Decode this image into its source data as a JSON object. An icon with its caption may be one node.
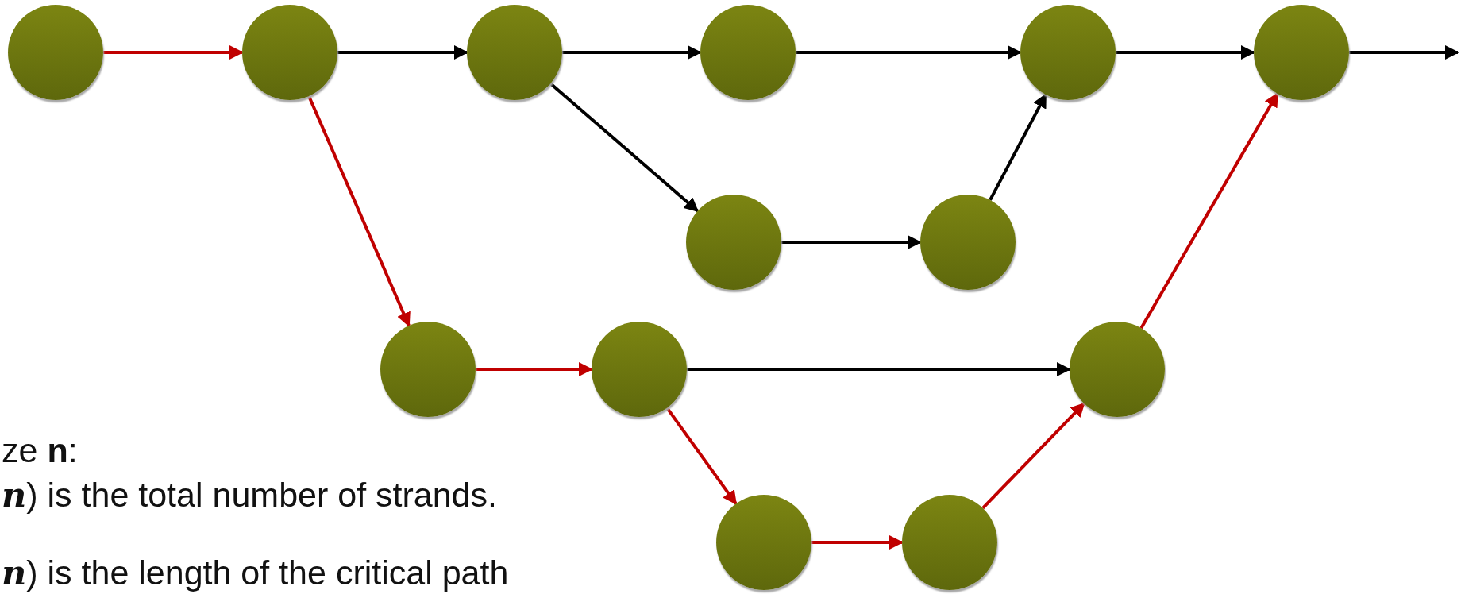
{
  "diagram": {
    "nodes": [
      {
        "text": [],
        "shape": "circle"
      },
      {
        "text": [],
        "shape": "circle"
      },
      {
        "text": [],
        "shape": "circle"
      },
      {
        "text": [],
        "shape": "circle"
      },
      {
        "text": [],
        "shape": "circle"
      },
      {
        "text": [],
        "shape": "circle"
      },
      {
        "text": [],
        "shape": "circle"
      },
      {
        "text": [],
        "shape": "circle"
      },
      {
        "text": [],
        "shape": "circle"
      },
      {
        "text": [],
        "shape": "circle"
      },
      {
        "text": [],
        "shape": "circle"
      },
      {
        "text": [],
        "shape": "circle"
      },
      {
        "text": [],
        "shape": "circle"
      }
    ],
    "edges": [
      {
        "from": 0,
        "to": 1,
        "arrow": "to",
        "color": "#c00000"
      },
      {
        "from": 1,
        "to": 2,
        "arrow": "to"
      },
      {
        "from": 2,
        "to": 3,
        "arrow": "to"
      },
      {
        "from": 3,
        "to": 4,
        "arrow": "to"
      },
      {
        "from": 4,
        "to": 5,
        "arrow": "to"
      },
      {
        "from": 5,
        "to": null,
        "arrow": "to"
      },
      {
        "from": 2,
        "to": 6,
        "arrow": "to"
      },
      {
        "from": 6,
        "to": 7,
        "arrow": "to"
      },
      {
        "from": 7,
        "to": 4,
        "arrow": "to"
      },
      {
        "from": 1,
        "to": 8,
        "arrow": "to",
        "color": "#c00000"
      },
      {
        "from": 8,
        "to": 9,
        "arrow": "to",
        "color": "#c00000"
      },
      {
        "from": 9,
        "to": 10,
        "arrow": "to"
      },
      {
        "from": 9,
        "to": 11,
        "arrow": "to",
        "color": "#c00000"
      },
      {
        "from": 11,
        "to": 12,
        "arrow": "to",
        "color": "#c00000"
      },
      {
        "from": 12,
        "to": 10,
        "arrow": "to",
        "color": "#c00000"
      },
      {
        "from": 10,
        "to": 5,
        "arrow": "to",
        "color": "#c00000"
      }
    ],
    "labels": [
      "ze **n**:",
      "*n*) is the total number of strands.",
      "*n*) is the length of the critical path"
    ]
  }
}
